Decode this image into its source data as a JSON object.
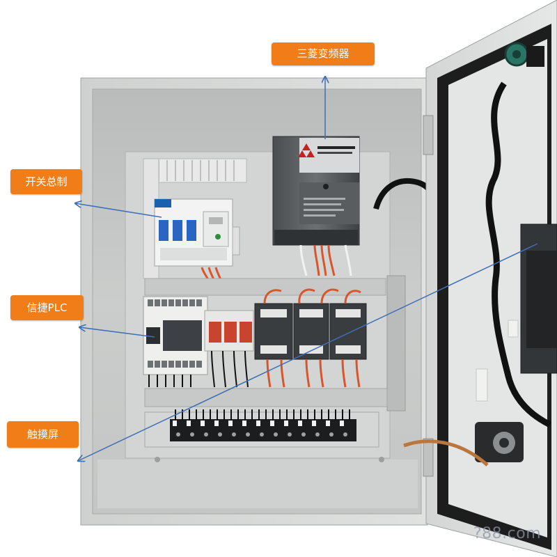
{
  "callouts": {
    "inverter": "三菱变频器",
    "main_switch": "开关总制",
    "plc": "信捷PLC",
    "touchscreen": "触摸屏"
  },
  "watermark": "?88.com",
  "colors": {
    "callout_bg": "#f07d17",
    "callout_text": "#ffffff",
    "pointer_line": "#3f6fb5",
    "cabinet_body": "#d6d8d7",
    "cabinet_interior": "#c8cac9",
    "door_gasket": "#1e1e1e",
    "din_rail": "#bfc2c2",
    "wire_orange": "#d9552c",
    "wire_black": "#111111"
  }
}
